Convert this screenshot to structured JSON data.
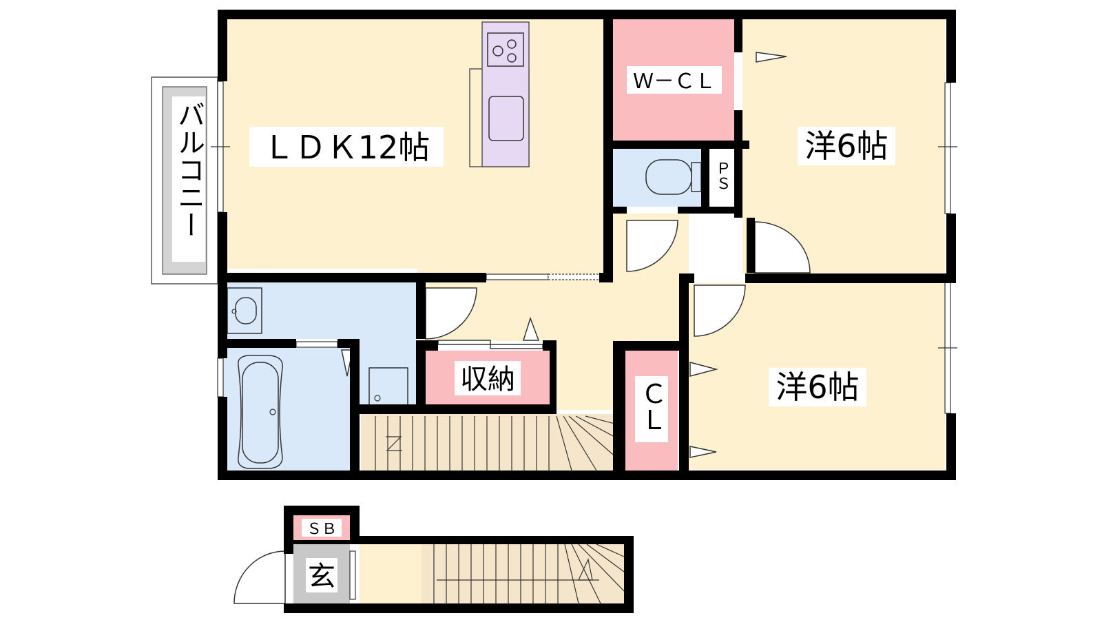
{
  "labels": {
    "ldk": "ＬＤＫ12帖",
    "wcl": "Ｗ－ＣＬ",
    "western_top": "洋6帖",
    "western_bottom": "洋6帖",
    "ps": "ＰＳ",
    "storage": "収納",
    "cl": "ＣＬ",
    "balcony": "バルコニー",
    "sb": "ＳＢ",
    "entrance": "玄"
  },
  "colors": {
    "room_beige": "#fdf1d0",
    "closet_pink": "#fbbcbf",
    "wet_blue": "#dae9f9",
    "kitchen_lavender": "#e7d8f3",
    "entrance_gray": "#c8c8c8",
    "stairs_tan": "#f4e5cb",
    "balcony_gray": "#d4d4d4",
    "wall": "#000000"
  }
}
